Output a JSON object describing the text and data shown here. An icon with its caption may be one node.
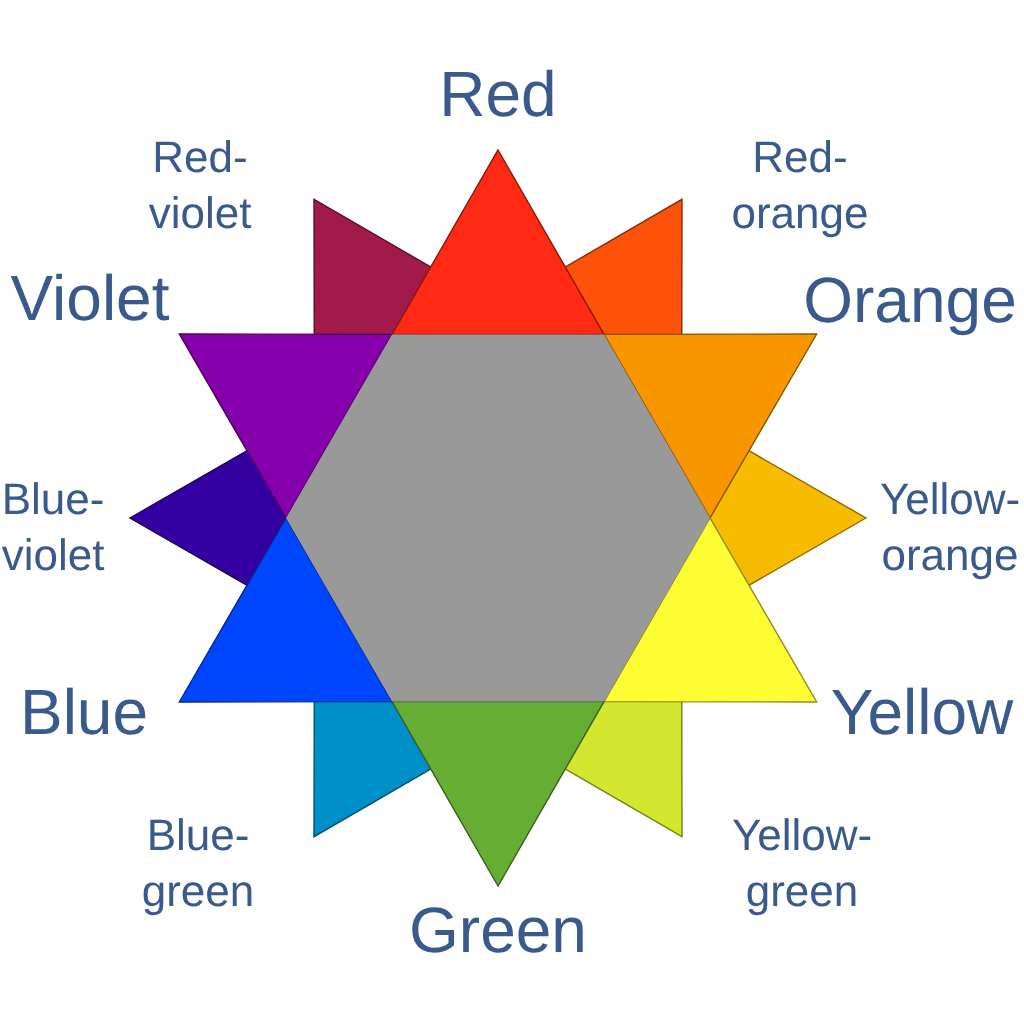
{
  "diagram": {
    "labels": [
      "Red",
      "Red-violet",
      "Red-orange",
      "Violet",
      "Orange",
      "Blue-violet",
      "Yellow-orange",
      "Blue",
      "Yellow",
      "Blue-green",
      "Yellow-green",
      "Green"
    ]
  }
}
